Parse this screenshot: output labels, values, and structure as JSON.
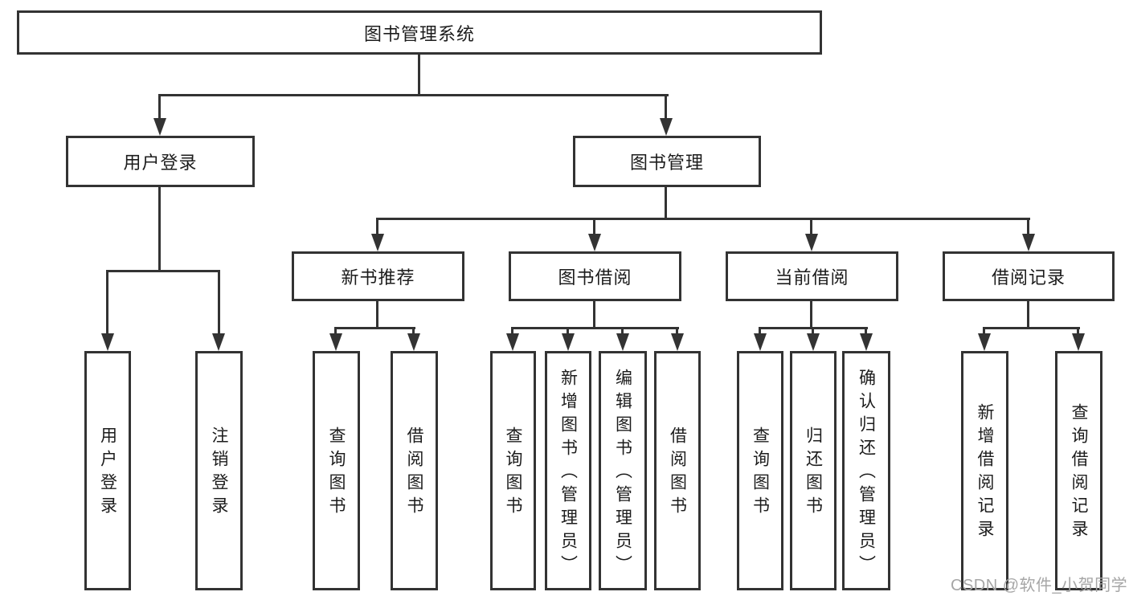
{
  "diagram": {
    "root": {
      "label": "图书管理系统"
    },
    "login": {
      "label": "用户登录",
      "children": [
        {
          "label": "用户登录"
        },
        {
          "label": "注销登录"
        }
      ]
    },
    "mgmt": {
      "label": "图书管理"
    },
    "groups": [
      {
        "label": "新书推荐",
        "children": [
          {
            "label": "查询图书"
          },
          {
            "label": "借阅图书"
          }
        ]
      },
      {
        "label": "图书借阅",
        "children": [
          {
            "label": "查询图书"
          },
          {
            "label": "新增图书（管理员）"
          },
          {
            "label": "编辑图书（管理员）"
          },
          {
            "label": "借阅图书"
          }
        ]
      },
      {
        "label": "当前借阅",
        "children": [
          {
            "label": "查询图书"
          },
          {
            "label": "归还图书"
          },
          {
            "label": "确认归还（管理员）"
          }
        ]
      },
      {
        "label": "借阅记录",
        "children": [
          {
            "label": "新增借阅记录"
          },
          {
            "label": "查询借阅记录"
          }
        ]
      }
    ],
    "watermark": "CSDN @软件_小贺同学"
  }
}
